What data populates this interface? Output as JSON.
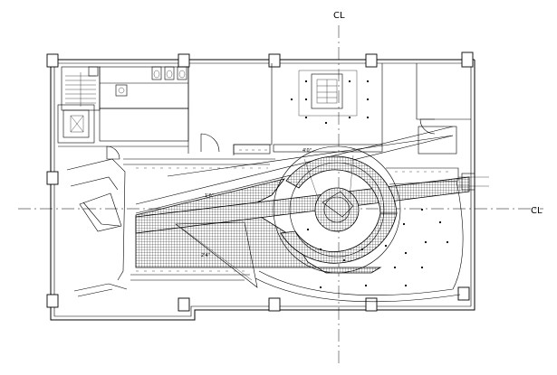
{
  "drawing": {
    "centerline_top_label": "CL",
    "centerline_right_label": "CL",
    "dimension_label_1": "4'0\"",
    "dimension_label_2": "1'6\"",
    "dimension_label_3": "2'4\""
  },
  "colors": {
    "line": "#000000",
    "background": "#ffffff",
    "axis": "#555555"
  }
}
